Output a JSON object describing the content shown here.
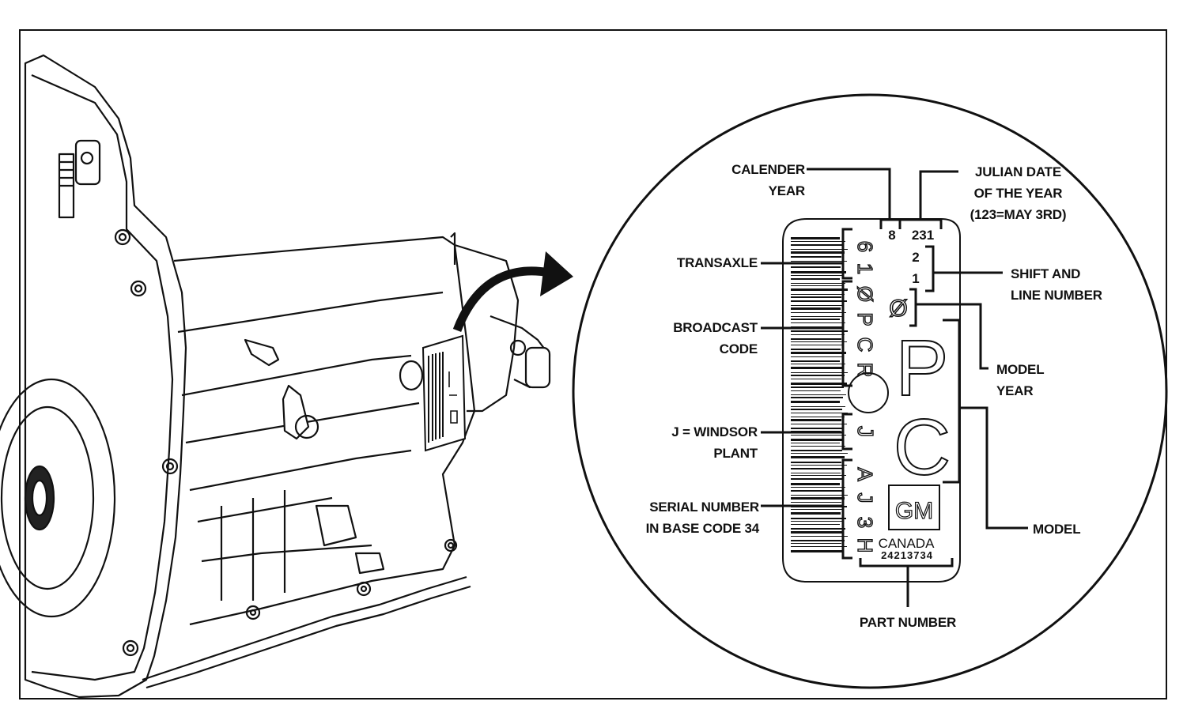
{
  "callouts": {
    "calender_year": [
      "CALENDER",
      "YEAR"
    ],
    "julian_date": [
      "JULIAN DATE",
      "OF THE YEAR",
      "(123=MAY 3RD)"
    ],
    "transaxle": [
      "TRANSAXLE"
    ],
    "shift_line": [
      "SHIFT AND",
      "LINE NUMBER"
    ],
    "broadcast_code": [
      "BROADCAST",
      "CODE"
    ],
    "model_year": [
      "MODEL",
      "YEAR"
    ],
    "windsor_plant": [
      "J = WINDSOR",
      "PLANT"
    ],
    "serial_number": [
      "SERIAL NUMBER",
      "IN BASE CODE 34"
    ],
    "model": [
      "MODEL"
    ],
    "part_number": [
      "PART NUMBER"
    ]
  },
  "tag": {
    "year_digit": "8",
    "julian_digits": "231",
    "shift_digit": "2",
    "line_digit": "1",
    "transaxle_code": [
      "6",
      "1"
    ],
    "model_year_char": "Ø",
    "broadcast_chars": [
      "Ø",
      "P",
      "C",
      "R"
    ],
    "big_model_chars": [
      "P",
      "C"
    ],
    "plant_char": "J",
    "serial_chars": [
      "A",
      "J",
      "3",
      "H"
    ],
    "logo_text": "GM",
    "country": "CANADA",
    "part_number": "24213734"
  },
  "colors": {
    "ink": "#111111",
    "paper": "#ffffff"
  }
}
